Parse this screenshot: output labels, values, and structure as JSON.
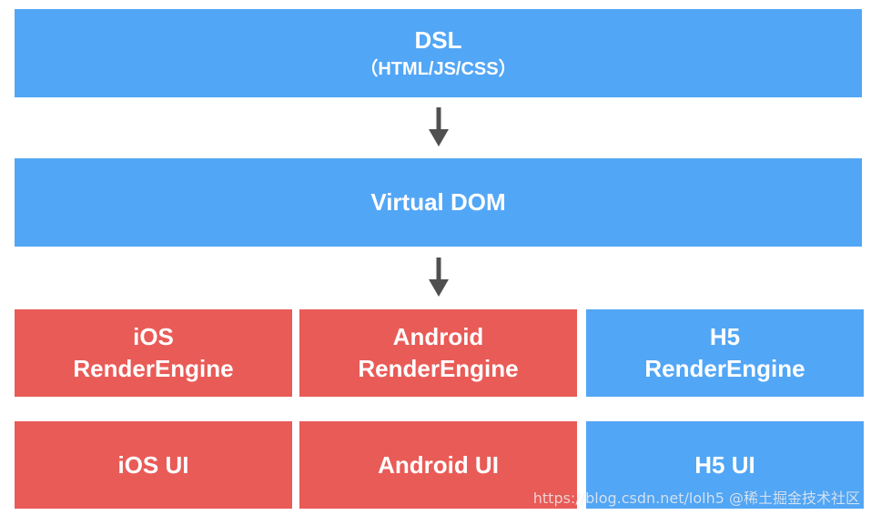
{
  "colors": {
    "blue": "#52a6f6",
    "red": "#e95b57",
    "arrow": "#505050"
  },
  "dsl": {
    "title": "DSL",
    "subtitle": "（HTML/JS/CSS）"
  },
  "vdom": {
    "title": "Virtual DOM"
  },
  "engines": [
    {
      "line1": "iOS",
      "line2": "RenderEngine"
    },
    {
      "line1": "Android",
      "line2": "RenderEngine"
    },
    {
      "line1": "H5",
      "line2": "RenderEngine"
    }
  ],
  "uis": [
    {
      "label": "iOS UI"
    },
    {
      "label": "Android UI"
    },
    {
      "label": "H5 UI"
    }
  ],
  "watermark": "https://blog.csdn.net/lolh5 @稀土掘金技术社区"
}
